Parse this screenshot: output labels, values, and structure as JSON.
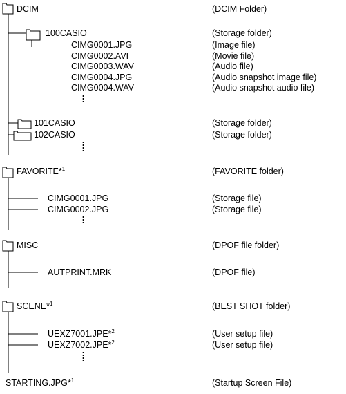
{
  "tree": {
    "dcim": {
      "name": "DCIM",
      "desc": "(DCIM Folder)"
    },
    "casio100": {
      "name": "100CASIO",
      "desc": "(Storage folder)"
    },
    "casio100_files": [
      {
        "name": "CIMG0001.JPG",
        "desc": "(Image file)"
      },
      {
        "name": "CIMG0002.AVI",
        "desc": "(Movie file)"
      },
      {
        "name": "CIMG0003.WAV",
        "desc": "(Audio file)"
      },
      {
        "name": "CIMG0004.JPG",
        "desc": "(Audio snapshot image file)"
      },
      {
        "name": "CIMG0004.WAV",
        "desc": "(Audio snapshot audio file)"
      }
    ],
    "casio101": {
      "name": "101CASIO",
      "desc": "(Storage folder)"
    },
    "casio102": {
      "name": "102CASIO",
      "desc": "(Storage folder)"
    },
    "favorite": {
      "name": "FAVORITE",
      "mark": "*",
      "note": "1",
      "desc": "(FAVORITE folder)"
    },
    "favorite_files": [
      {
        "name": "CIMG0001.JPG",
        "desc": "(Storage file)"
      },
      {
        "name": "CIMG0002.JPG",
        "desc": "(Storage file)"
      }
    ],
    "misc": {
      "name": "MISC",
      "desc": "(DPOF file folder)"
    },
    "misc_files": [
      {
        "name": "AUTPRINT.MRK",
        "desc": "(DPOF file)"
      }
    ],
    "scene": {
      "name": "SCENE",
      "mark": "*",
      "note": "1",
      "desc": "(BEST SHOT folder)"
    },
    "scene_files": [
      {
        "name": "UEXZ7001.JPE",
        "mark": "*",
        "note": "2",
        "desc": "(User setup file)"
      },
      {
        "name": "UEXZ7002.JPE",
        "mark": "*",
        "note": "2",
        "desc": "(User setup file)"
      }
    ],
    "starting": {
      "name": "STARTING.JPG",
      "mark": "*",
      "note": "1",
      "desc": "(Startup Screen File)"
    }
  }
}
